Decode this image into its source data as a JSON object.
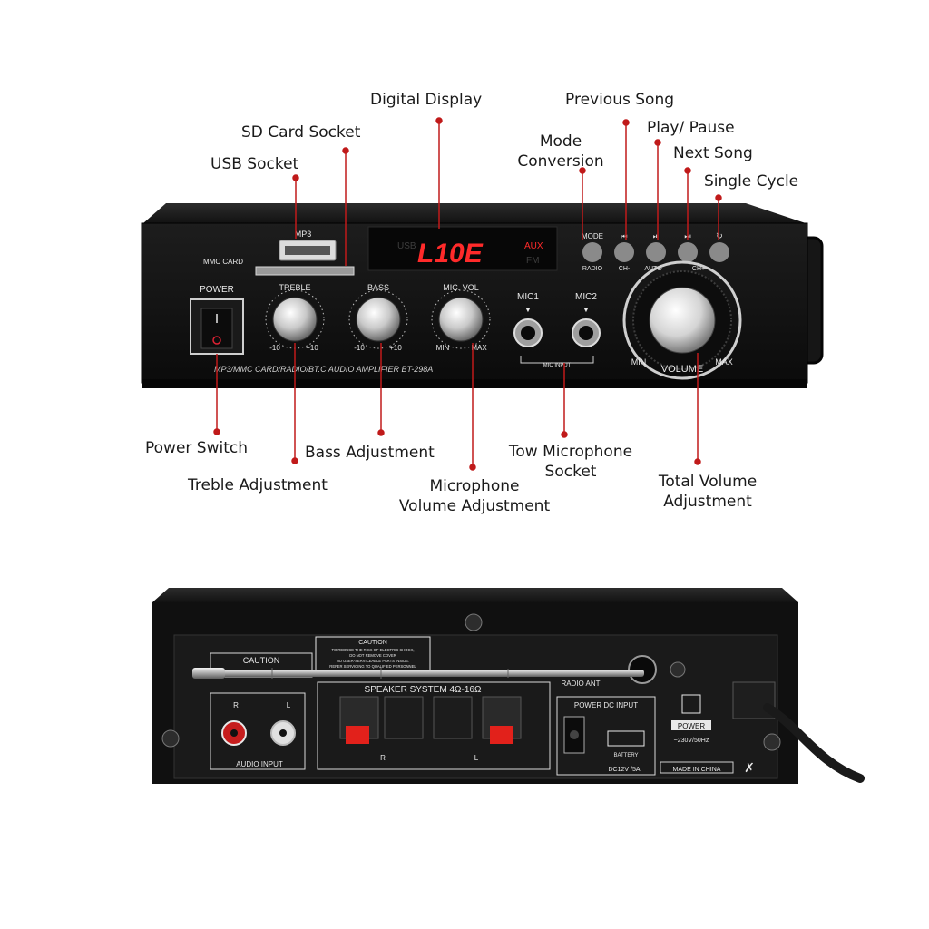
{
  "callouts": {
    "digital_display": "Digital Display",
    "previous_song": "Previous Song",
    "sd_card_socket": "SD Card Socket",
    "play_pause": "Play/ Pause",
    "mode_conversion_1": "Mode",
    "mode_conversion_2": "Conversion",
    "next_song": "Next Song",
    "usb_socket": "USB Socket",
    "single_cycle": "Single Cycle",
    "power_switch": "Power Switch",
    "bass_adjustment": "Bass Adjustment",
    "tow_microphone_1": "Tow Microphone",
    "tow_microphone_2": "Socket",
    "treble_adjustment": "Treble Adjustment",
    "microphone_volume_1": "Microphone",
    "microphone_volume_2": "Volume Adjustment",
    "total_volume_1": "Total Volume",
    "total_volume_2": "Adjustment"
  },
  "front_panel": {
    "mp3": "MP3",
    "mmc_card": "MMC CARD",
    "power": "POWER",
    "treble": "TREBLE",
    "bass": "BASS",
    "mic_vol": "MIC. VOL",
    "mic1": "MIC1",
    "mic2": "MIC2",
    "mic_input": "MIC INPUT",
    "min": "MIN",
    "max": "MAX",
    "minus10": "-10",
    "plus10": "+10",
    "volume": "VOLUME",
    "display_text": "L10E",
    "display_usb": "USB",
    "display_aux": "AUX",
    "display_fm": "FM",
    "mode": "MODE",
    "radio": "RADIO",
    "ch_minus": "CH-",
    "auto": "AUTO",
    "ch_plus": "CH+",
    "model_strip": "MP3/MMC CARD/RADIO/BT.C AUDIO AMPLIFIER BT-298A"
  },
  "rear_panel": {
    "caution_box": "CAUTION",
    "caution_label": "CAUTION",
    "caution_line1": "TO REDUCE THE RISK OF ELECTRIC SHOCK,",
    "caution_line2": "DO NOT REMOVE COVER",
    "caution_line3": "NO USER-SERVICEABLE PARTS INSIDE.",
    "caution_line4": "REFER SERVICING TO QUALIFIED PERSONNEL",
    "speaker_system": "SPEAKER SYSTEM 4Ω-16Ω",
    "radio_ant": "RADIO ANT",
    "power_dc_input": "POWER DC INPUT",
    "r": "R",
    "l": "L",
    "audio_input": "AUDIO INPUT",
    "battery": "BATTERY",
    "dc12v": "DC12V /5A",
    "power": "POWER",
    "ac": "~230V/50Hz",
    "made_in": "MADE IN CHINA"
  }
}
